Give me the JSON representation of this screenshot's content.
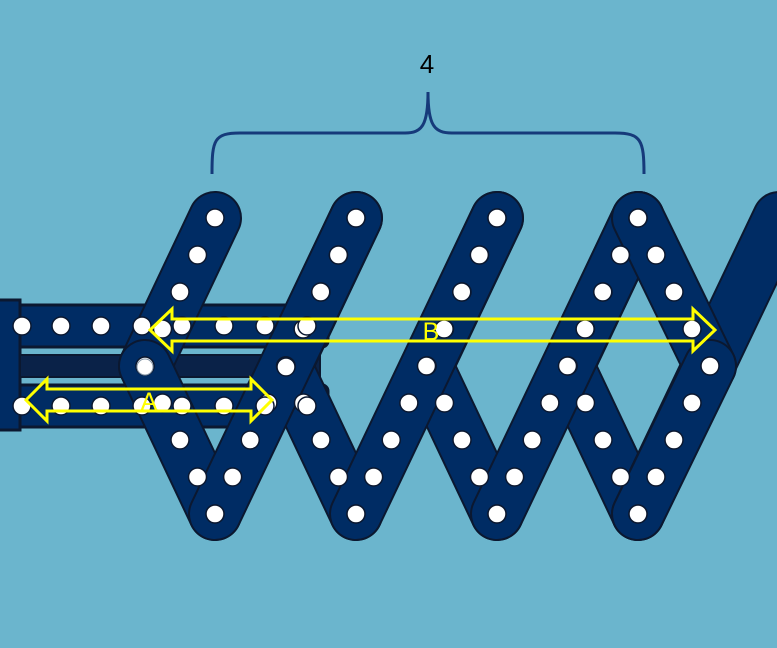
{
  "figure": {
    "group_label": "4",
    "arrow_a_label": "A",
    "arrow_b_label": "B"
  },
  "colors": {
    "background": "#6bb5cd",
    "beam": "#002c64",
    "beam_stroke": "#0b1830",
    "hole": "#ffffff",
    "arrow": "#ffff00",
    "brace": "#163a7a"
  }
}
